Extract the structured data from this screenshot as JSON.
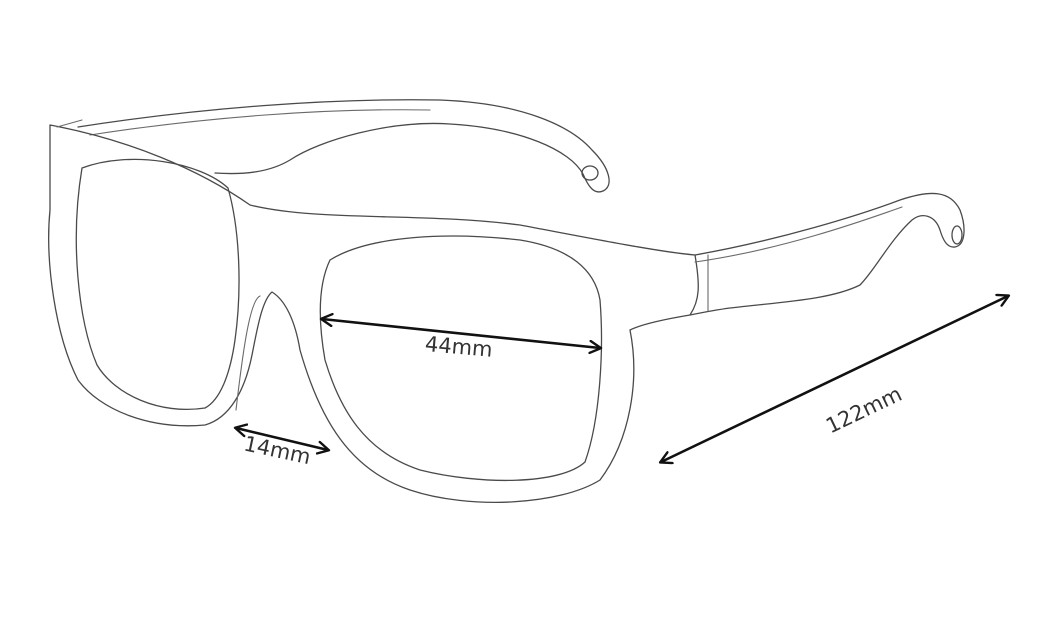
{
  "diagram": {
    "subject-icon": "sunglasses-outline",
    "line_color": "#4a4a4a",
    "arrow_color": "#111111",
    "dimensions": {
      "lens_width": "44mm",
      "bridge_width": "14mm",
      "temple_length": "122mm"
    }
  }
}
